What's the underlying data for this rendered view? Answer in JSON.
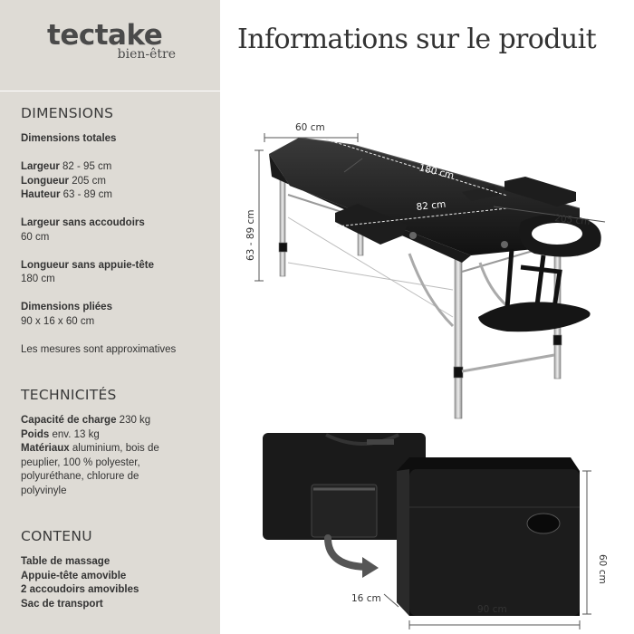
{
  "brand": {
    "name": "tectake",
    "tagline": "bien-être"
  },
  "headline": "Informations sur le produit",
  "dimensions": {
    "title": "DIMENSIONS",
    "total_heading": "Dimensions totales",
    "width_label": "Largeur",
    "width_value": "82 - 95 cm",
    "length_label": "Longueur",
    "length_value": "205 cm",
    "height_label": "Hauteur",
    "height_value": "63 - 89 cm",
    "no_arm_label": "Largeur sans accoudoirs",
    "no_arm_value": "60 cm",
    "no_head_label": "Longueur sans appuie-tête",
    "no_head_value": "180 cm",
    "folded_label": "Dimensions pliées",
    "folded_value": "90 x 16 x 60 cm",
    "note": "Les mesures sont approximatives"
  },
  "technical": {
    "title": "TECHNICITÉS",
    "load_label": "Capacité de charge",
    "load_value": "230 kg",
    "weight_label": "Poids",
    "weight_value": "env. 13 kg",
    "materials_label": "Matériaux",
    "materials_value_1": "aluminium, bois de",
    "materials_value_2": "peuplier, 100 % polyester,",
    "materials_value_3": "polyuréthane, chlorure de",
    "materials_value_4": "polyvinyle"
  },
  "contents": {
    "title": "CONTENU",
    "items": [
      "Table de massage",
      "Appuie-tête amovible",
      "2 accoudoirs amovibles",
      "Sac de transport"
    ]
  },
  "diagram": {
    "table_width": "60 cm",
    "table_length": "180 cm",
    "table_inner": "82 cm",
    "table_total": "205 cm",
    "table_height": "63 - 89 cm",
    "folded_height": "60 cm",
    "folded_depth": "16 cm",
    "folded_width": "90 cm"
  }
}
